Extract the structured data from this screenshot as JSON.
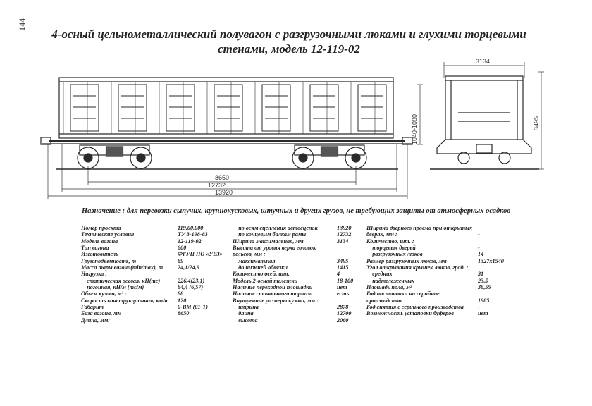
{
  "page_number": "144",
  "title_line1": "4-осный цельнометаллический полувагон с разгрузочными люками и глухими торцевыми",
  "title_line2": "стенами, модель 12-119-02",
  "purpose": "Назначение : для перевозки сыпучих, крупнокусковых, штучных и других грузов, не требующих защиты от атмосферных осадков",
  "dimensions": {
    "d8650": "8650",
    "d12732": "12732",
    "d13920": "13920",
    "d3134": "3134",
    "d3495": "3495",
    "d1040_1080": "1040-1080"
  },
  "col1": [
    {
      "label": "Номер проекта",
      "value": "119.00.000"
    },
    {
      "label": "Технические условия",
      "value": "ТУ 3-198-83"
    },
    {
      "label": "Модель вагона",
      "value": "12-119-02"
    },
    {
      "label": "Тип вагона",
      "value": "600"
    },
    {
      "label": "Изготовитель",
      "value": "ФГУП ПО «УВЗ»"
    },
    {
      "label": "Грузоподъемность, т",
      "value": "69"
    },
    {
      "label": "Масса тары вагона(min/max), т",
      "value": "24,1/24,9"
    },
    {
      "label": "Нагрузка :",
      "value": ""
    },
    {
      "label": "    статическая осевая, кН(тс)",
      "value": "226,4(23,1)"
    },
    {
      "label": "    погонная, кН/м (тс/м)",
      "value": "64,4 (6,57)"
    },
    {
      "label": "Объем кузова, м³ :",
      "value": "88"
    },
    {
      "label": "Скорость конструкционная, км/ч",
      "value": "120"
    },
    {
      "label": "Габарит",
      "value": "0-ВМ (01-Т)"
    },
    {
      "label": "База вагона, мм",
      "value": "8650"
    },
    {
      "label": "Длина, мм:",
      "value": ""
    }
  ],
  "col2": [
    {
      "label": "    по осям сцепления автосцепок",
      "value": "13920"
    },
    {
      "label": "    по концевым балкам рамы",
      "value": "12732"
    },
    {
      "label": "Ширина максимальная, мм",
      "value": "3134"
    },
    {
      "label": "Высота от уровня верха головок",
      "value": ""
    },
    {
      "label": "рельсов, мм :",
      "value": ""
    },
    {
      "label": "    максимальная",
      "value": "3495"
    },
    {
      "label": "    до нижней обвязки",
      "value": "1415"
    },
    {
      "label": "Количество осей, шт.",
      "value": "4"
    },
    {
      "label": "Модель 2-осной тележки",
      "value": "18-100"
    },
    {
      "label": "Наличие переходной площадки",
      "value": "нет"
    },
    {
      "label": "Наличие стояночного тормоза",
      "value": "есть"
    },
    {
      "label": "Внутренние размеры кузова, мм :",
      "value": ""
    },
    {
      "label": "    ширина",
      "value": "2878"
    },
    {
      "label": "    длина",
      "value": "12700"
    },
    {
      "label": "    высота",
      "value": "2060"
    }
  ],
  "col3": [
    {
      "label": "Ширина дверного проема при открытых",
      "value": ""
    },
    {
      "label": "дверях, мм :",
      "value": "-"
    },
    {
      "label": "Количество, шт. :",
      "value": ""
    },
    {
      "label": "    торцевых дверей",
      "value": "-"
    },
    {
      "label": "    разгрузочных люков",
      "value": "14"
    },
    {
      "label": "Размер разгрузочных люков, мм",
      "value": "1327x1540"
    },
    {
      "label": "Угол открывания крышек люков, град. :",
      "value": ""
    },
    {
      "label": "    средних",
      "value": "31"
    },
    {
      "label": "    надтележечных",
      "value": "23,5"
    },
    {
      "label": "Площадь пола, м²",
      "value": "36,55"
    },
    {
      "label": "Год постановки на серийное",
      "value": ""
    },
    {
      "label": "производство",
      "value": "1985"
    },
    {
      "label": "Год снятия с серийного производства",
      "value": "-"
    },
    {
      "label": "Возможность установки буферов",
      "value": "нет"
    }
  ]
}
